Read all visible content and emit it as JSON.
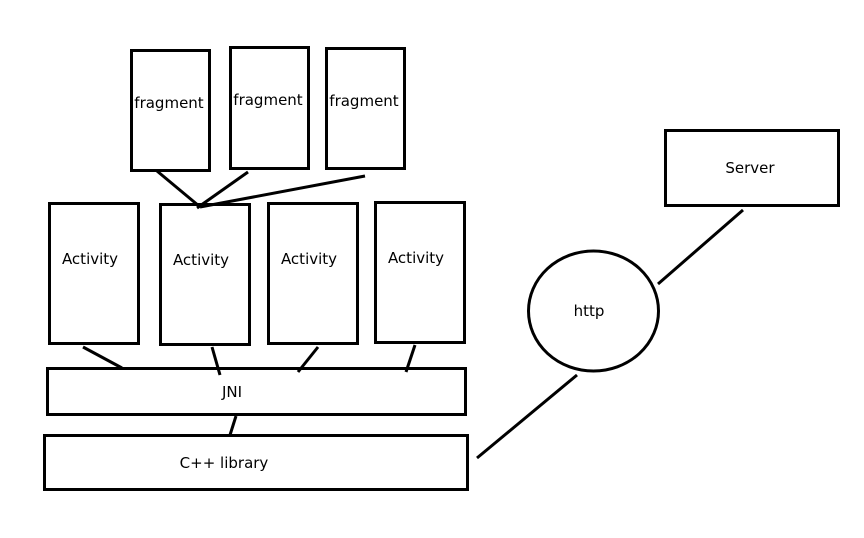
{
  "nodes": {
    "fragment_1": {
      "label": "fragment"
    },
    "fragment_2": {
      "label": "fragment"
    },
    "fragment_3": {
      "label": "fragment"
    },
    "activity_1": {
      "label": "Activity"
    },
    "activity_2": {
      "label": "Activity"
    },
    "activity_3": {
      "label": "Activity"
    },
    "activity_4": {
      "label": "Activity"
    },
    "jni": {
      "label": "JNI"
    },
    "cpp_library": {
      "label": "C++ library"
    },
    "http": {
      "label": "http"
    },
    "server": {
      "label": "Server"
    }
  },
  "colors": {
    "stroke": "#000000",
    "fill": "#ffffff",
    "text": "#000000"
  }
}
